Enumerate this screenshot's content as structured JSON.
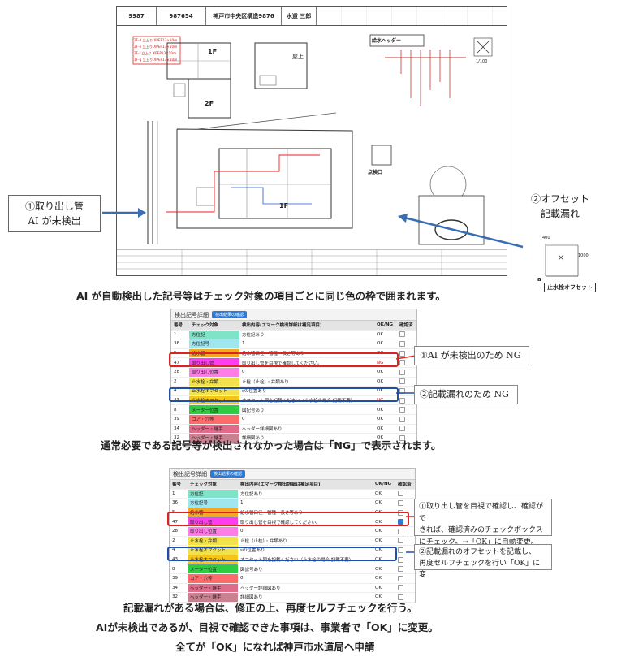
{
  "drawing": {
    "title_block": {
      "cells": [
        "9987",
        "987654",
        "神戸市中央区構造9876",
        "水道 三郎"
      ]
    },
    "floor_label_1": "1F",
    "floor_label_2": "2F",
    "floor_label_3": "1F",
    "roof_label": "屋上",
    "legend": [
      "2F-d 立上り XPEP13×10m",
      "2F-e 立上り XPEP13×10m",
      "2F-f 立上り XPEP13×10m",
      "1F-g 立上り XPEP13×10m"
    ],
    "header_box_label": "給水ヘッダー",
    "scale": "1/100",
    "inspection_label": "点検口"
  },
  "callouts": {
    "left_line1": "①取り出し管",
    "left_line2": "AI が未検出",
    "right_line1": "②オフセット",
    "right_line2": "記載漏れ"
  },
  "offset_detail": {
    "dim_top": "400",
    "dim_side": "1000",
    "point_label": "a",
    "label": "止水栓オフセット"
  },
  "captions": {
    "caption1": "AI が自動検出した記号等はチェック対象の項目ごとに同じ色の枠で囲まれます。",
    "caption2": "通常必要である記号等が検出されなかった場合は「NG」で表示されます。",
    "caption3": "記載漏れがある場合は、修正の上、再度セルフチェックを行う。",
    "caption4": "AIが未検出であるが、目視で確認できた事項は、事業者で「OK」に変更。",
    "caption5": "全てが「OK」になれば神戸市水道局へ申請"
  },
  "table1": {
    "title": "検出記号詳細",
    "button": "検出結果の確認",
    "headers": [
      "番号",
      "チェック対象",
      "検出内容(エマーク検出詳細は補足項目)",
      "OK/NG",
      "確認済"
    ],
    "rows": [
      {
        "no": "1",
        "item": "方位記",
        "detail": "方位記あり",
        "status": "OK",
        "color": "#7fe3c8"
      },
      {
        "no": "36",
        "item": "方位記号",
        "detail": "1",
        "status": "OK",
        "color": "#9fe6ee"
      },
      {
        "no": "5",
        "item": "給水管",
        "detail": "給水管口径・管種・長さ等あり",
        "status": "OK",
        "color": "#f5a623"
      },
      {
        "no": "47",
        "item": "取り出し管",
        "detail": "取り出し管を目視で確認してください。",
        "status": "NG",
        "color": "#ff3df0"
      },
      {
        "no": "28",
        "item": "取り出し位置",
        "detail": "0",
        "status": "OK",
        "color": "#ff7de6"
      },
      {
        "no": "2",
        "item": "止水栓・弁類",
        "detail": "止栓（止栓）・弁類あり",
        "status": "OK",
        "color": "#f2e14a"
      },
      {
        "no": "4",
        "item": "止水栓オフセット",
        "detail": "sの位置あり",
        "status": "OK",
        "color": "#f2e14a"
      },
      {
        "no": "43",
        "item": "止水栓オフセット",
        "detail": "オフセット図を記載ください（止水栓の場合 記載不要）",
        "status": "NG",
        "color": "#f5c518"
      },
      {
        "no": "8",
        "item": "メーター位置",
        "detail": "図記号あり",
        "status": "OK",
        "color": "#2ecc40"
      },
      {
        "no": "39",
        "item": "コア・穴等",
        "detail": "0",
        "status": "OK",
        "color": "#ff6b6b"
      },
      {
        "no": "34",
        "item": "ヘッダー・継手",
        "detail": "ヘッダー詳細図あり",
        "status": "OK",
        "color": "#e06b8a"
      },
      {
        "no": "32",
        "item": "ヘッダー・継手",
        "detail": "詳細図あり",
        "status": "OK",
        "color": "#c9808f"
      }
    ]
  },
  "note1": "①AI が未検出のため NG",
  "note2": "②記載漏れのため NG",
  "table2": {
    "title": "検出記号詳細",
    "button": "検出結果の確認",
    "headers": [
      "番号",
      "チェック対象",
      "検出内容(エマーク検出詳細は補足項目)",
      "OK/NG",
      "確認済"
    ],
    "rows": [
      {
        "no": "1",
        "item": "方位記",
        "detail": "方位記あり",
        "status": "OK",
        "color": "#7fe3c8"
      },
      {
        "no": "36",
        "item": "方位記号",
        "detail": "1",
        "status": "OK",
        "color": "#9fe6ee"
      },
      {
        "no": "5",
        "item": "給水管",
        "detail": "給水管口径・管種・長さ等あり",
        "status": "OK",
        "color": "#f5a623"
      },
      {
        "no": "47",
        "item": "取り出し管",
        "detail": "取り出し管を目視で確認してください。",
        "status": "OK",
        "color": "#ff3df0"
      },
      {
        "no": "28",
        "item": "取り出し位置",
        "detail": "0",
        "status": "OK",
        "color": "#ff7de6"
      },
      {
        "no": "2",
        "item": "止水栓・弁類",
        "detail": "止栓（止栓）・弁類あり",
        "status": "OK",
        "color": "#f2e14a"
      },
      {
        "no": "4",
        "item": "止水栓オフセット",
        "detail": "sの位置あり",
        "status": "OK",
        "color": "#f2e14a"
      },
      {
        "no": "43",
        "item": "止水栓オフセット",
        "detail": "オフセット図を記載ください（止水栓の場合 記載不要）",
        "status": "OK",
        "color": "#f5c518"
      },
      {
        "no": "8",
        "item": "メーター位置",
        "detail": "図記号あり",
        "status": "OK",
        "color": "#2ecc40"
      },
      {
        "no": "39",
        "item": "コア・穴等",
        "detail": "0",
        "status": "OK",
        "color": "#ff6b6b"
      },
      {
        "no": "34",
        "item": "ヘッダー・継手",
        "detail": "ヘッダー詳細図あり",
        "status": "OK",
        "color": "#e06b8a"
      },
      {
        "no": "32",
        "item": "ヘッダー・継手",
        "detail": "詳細図あり",
        "status": "OK",
        "color": "#c9808f"
      }
    ]
  },
  "note3": {
    "line1": "①取り出し管を目視で確認し、確認がで",
    "line2": "きれば、確認済みのチェックボックス",
    "line3": "にチェック。→「OK」に自動変更。"
  },
  "note4": {
    "line1": "②記載漏れのオフセットを記載し、",
    "line2": "再度セルフチェックを行い「OK」に変"
  }
}
